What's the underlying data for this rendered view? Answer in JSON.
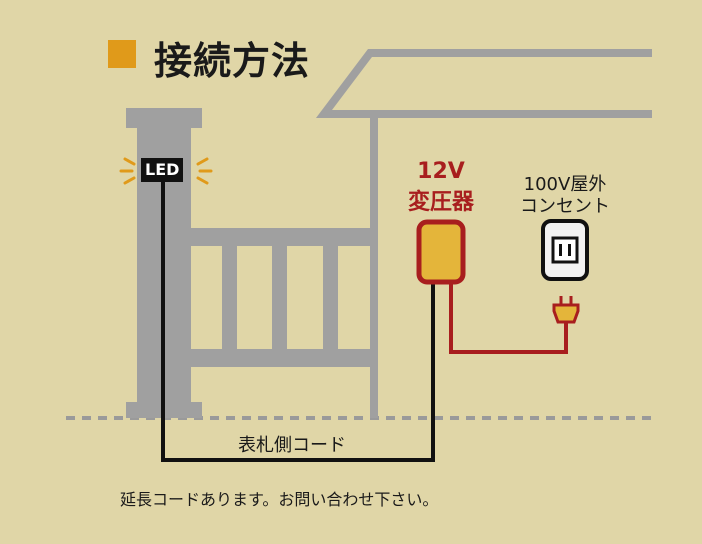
{
  "title": "接続方法",
  "led_label": "LED",
  "transformer": {
    "voltage": "12V",
    "name": "変圧器"
  },
  "outlet": {
    "line1": "100V屋外",
    "line2": "コンセント"
  },
  "cord_label": "表札側コード",
  "note": "延長コードあります。お問い合わせ下さい。",
  "colors": {
    "background": "#e0d6a7",
    "structure_gray": "#a0a0a0",
    "accent_orange": "#e09a1a",
    "transformer_red": "#a81e1e",
    "transformer_fill": "#e4b53a",
    "cord_black": "#111111"
  }
}
